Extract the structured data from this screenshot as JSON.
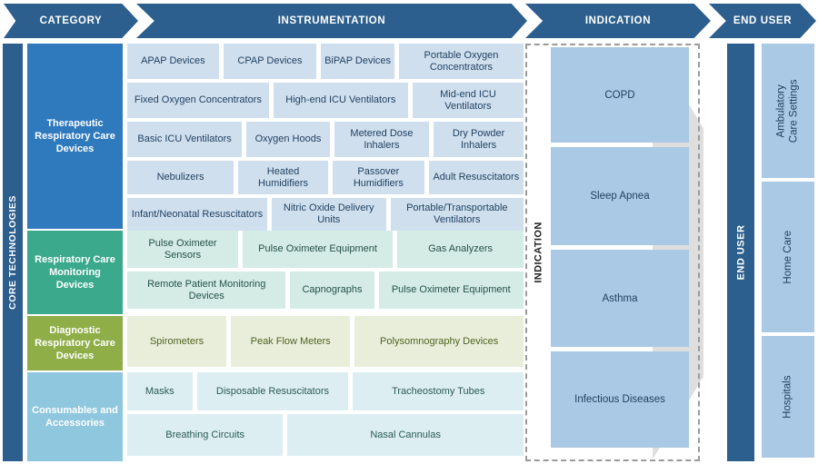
{
  "header": {
    "steps": [
      {
        "label": "CATEGORY",
        "name": "header-step-category"
      },
      {
        "label": "INSTRUMENTATION",
        "name": "header-step-instrumentation"
      },
      {
        "label": "INDICATION",
        "name": "header-step-indication"
      },
      {
        "label": "END USER",
        "name": "header-step-end-user"
      }
    ]
  },
  "rail": {
    "label": "CORE TECHNOLOGIES"
  },
  "colors": {
    "header_blue": "#2c5f8d",
    "therapeutic_blue": "#2f79bd",
    "monitoring_teal": "#3aa98c",
    "diagnostic_olive": "#8fae48",
    "consumables_cyan": "#8fc7de",
    "indication_blue": "#a9c9e4",
    "funnel_gray": "#dedede"
  },
  "categories": [
    {
      "label": "Therapeutic Respiratory Care Devices",
      "palette": "g-blue",
      "rows": [
        [
          "APAP Devices",
          "CPAP Devices",
          "BiPAP Devices",
          "Portable Oxygen Concentrators"
        ],
        [
          "Fixed Oxygen Concentrators",
          "High-end ICU Ventilators",
          "Mid-end ICU Ventilators"
        ],
        [
          "Basic ICU Ventilators",
          "Oxygen Hoods",
          "Metered Dose Inhalers",
          "Dry Powder Inhalers"
        ],
        [
          "Nebulizers",
          "Heated Humidifiers",
          "Passover Humidifiers",
          "Adult Resuscitators"
        ],
        [
          "Infant/Neonatal Resuscitators",
          "Nitric Oxide Delivery Units",
          "Portable/Transportable Ventilators"
        ]
      ]
    },
    {
      "label": "Respiratory Care Monitoring Devices",
      "palette": "g-teal",
      "rows": [
        [
          "Pulse Oximeter Sensors",
          "Pulse Oximeter Equipment",
          "Gas Analyzers"
        ],
        [
          "Remote Patient Monitoring Devices",
          "Capnographs",
          "Pulse Oximeter Equipment"
        ]
      ]
    },
    {
      "label": "Diagnostic Respiratory Care Devices",
      "palette": "g-olive",
      "rows": [
        [
          "Spirometers",
          "Peak Flow Meters",
          "Polysomnography Devices"
        ]
      ]
    },
    {
      "label": "Consumables and Accessories",
      "palette": "g-cyan",
      "rows": [
        [
          "Masks",
          "Disposable Resuscitators",
          "Tracheostomy Tubes"
        ],
        [
          "Breathing Circuits",
          "Nasal Cannulas"
        ]
      ]
    }
  ],
  "indication": {
    "label": "INDICATION",
    "items": [
      "COPD",
      "Sleep Apnea",
      "Asthma",
      "Infectious Diseases"
    ]
  },
  "end_user": {
    "label": "END USER",
    "items": [
      "Ambulatory Care Settings",
      "Home Care",
      "Hospitals"
    ]
  }
}
